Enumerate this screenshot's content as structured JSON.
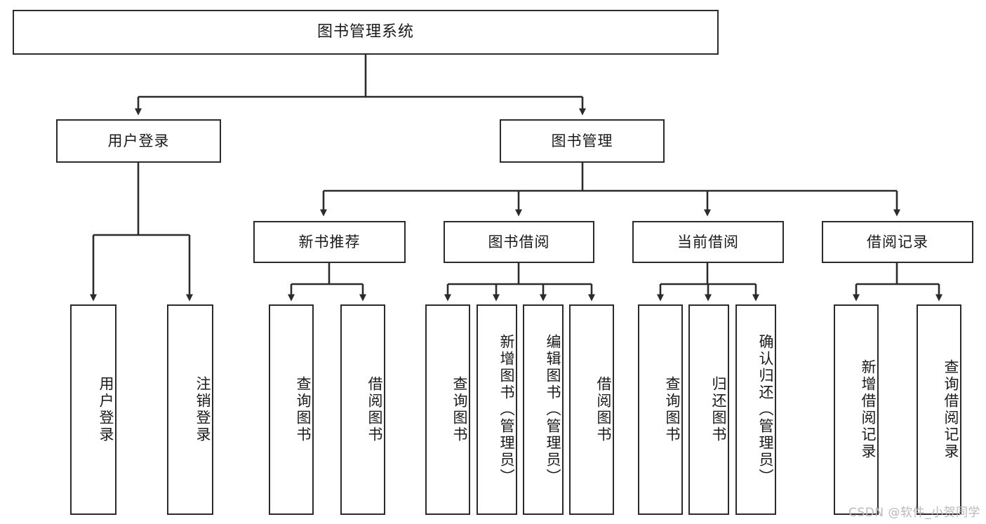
{
  "diagram": {
    "title": "图书管理系统",
    "type": "tree-functional-structure",
    "orientation": "top-down",
    "theme": {
      "background": "#ffffff",
      "node_fill": "#ffffff",
      "node_border": "#2b2b2b",
      "edge_color": "#2b2b2b",
      "text_color": "#1a1a1a",
      "watermark_color": "#b9b9b9"
    },
    "watermark": "CSDN @软件_小贺同学"
  },
  "nodes": {
    "root": {
      "label": "图书管理系统"
    },
    "level2": [
      {
        "id": "user-login",
        "label": "用户登录"
      },
      {
        "id": "book-manage",
        "label": "图书管理"
      }
    ],
    "level3": [
      {
        "id": "new-book-recommend",
        "label": "新书推荐"
      },
      {
        "id": "book-borrow",
        "label": "图书借阅"
      },
      {
        "id": "current-borrow",
        "label": "当前借阅"
      },
      {
        "id": "borrow-record",
        "label": "借阅记录"
      }
    ],
    "leaves": {
      "user_login": [
        {
          "id": "leaf-user-login",
          "label": "用户登录"
        },
        {
          "id": "leaf-logout",
          "label": "注销登录"
        }
      ],
      "new_book_recommend": [
        {
          "id": "leaf-query-book-1",
          "label": "查询图书"
        },
        {
          "id": "leaf-borrow-book-1",
          "label": "借阅图书"
        }
      ],
      "book_borrow": [
        {
          "id": "leaf-query-book-2",
          "label": "查询图书"
        },
        {
          "id": "leaf-add-book",
          "label": "新增图书（管理员）"
        },
        {
          "id": "leaf-edit-book",
          "label": "编辑图书（管理员）"
        },
        {
          "id": "leaf-borrow-book-2",
          "label": "借阅图书"
        }
      ],
      "current_borrow": [
        {
          "id": "leaf-query-book-3",
          "label": "查询图书"
        },
        {
          "id": "leaf-return-book",
          "label": "归还图书"
        },
        {
          "id": "leaf-confirm-return",
          "label": "确认归还（管理员）"
        }
      ],
      "borrow_record": [
        {
          "id": "leaf-add-record",
          "label": "新增借阅记录"
        },
        {
          "id": "leaf-query-record",
          "label": "查询借阅记录"
        }
      ]
    }
  }
}
